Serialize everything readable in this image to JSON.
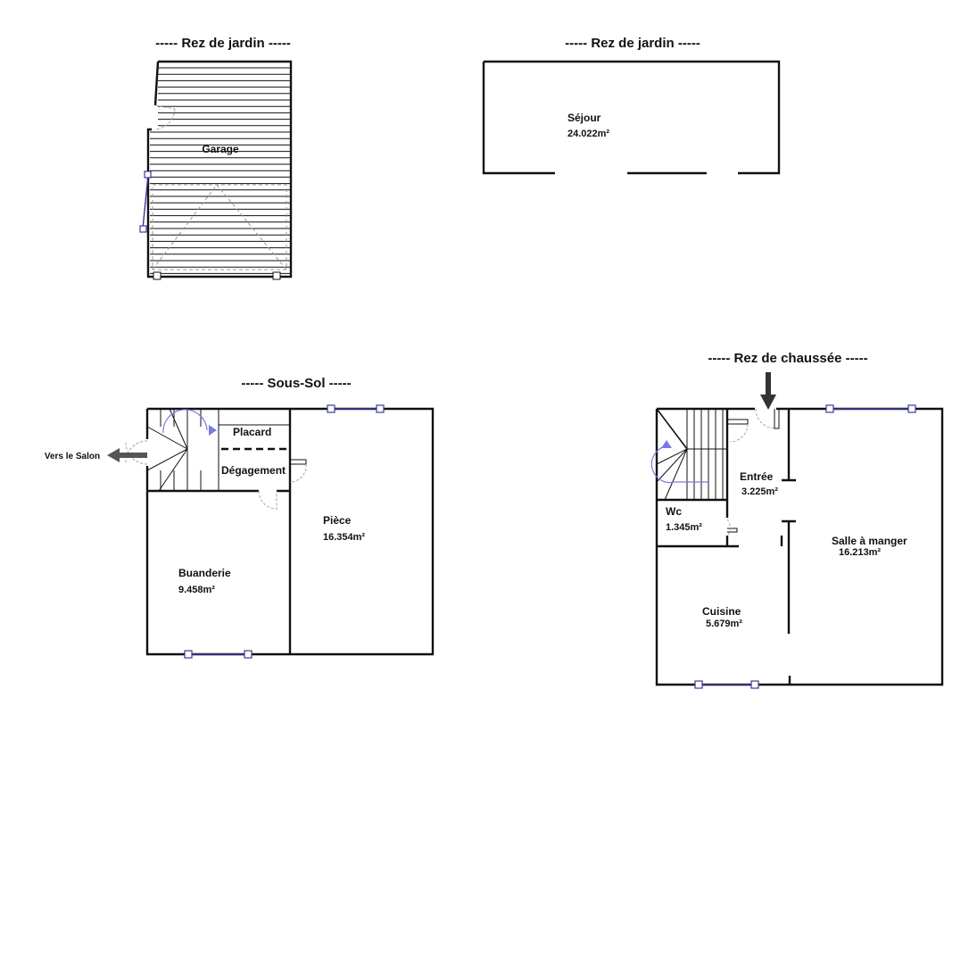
{
  "plans": {
    "garden_left": {
      "title": "-----  Rez de jardin  -----",
      "rooms": {
        "garage": "Garage"
      }
    },
    "garden_right": {
      "title": "-----  Rez de jardin  -----",
      "rooms": {
        "sejour": {
          "name": "Séjour",
          "area": "24.022m²"
        }
      }
    },
    "basement": {
      "title": "-----  Sous-Sol  -----",
      "arrow_label": "Vers le Salon",
      "rooms": {
        "placard": "Placard",
        "degagement": "Dégagement",
        "piece": {
          "name": "Pièce",
          "area": "16.354m²"
        },
        "buanderie": {
          "name": "Buanderie",
          "area": "9.458m²"
        }
      }
    },
    "ground": {
      "title": "-----  Rez de chaussée  -----",
      "rooms": {
        "entree": {
          "name": "Entrée",
          "area": "3.225m²"
        },
        "wc": {
          "name": "Wc",
          "area": "1.345m²"
        },
        "salle": {
          "name": "Salle à manger",
          "area": "16.213m²"
        },
        "cuisine": {
          "name": "Cuisine",
          "area": "5.679m²"
        }
      }
    }
  },
  "colors": {
    "wall": "#111111",
    "window": "#3a3a9a",
    "stair_arrow": "#7a7ae0"
  }
}
